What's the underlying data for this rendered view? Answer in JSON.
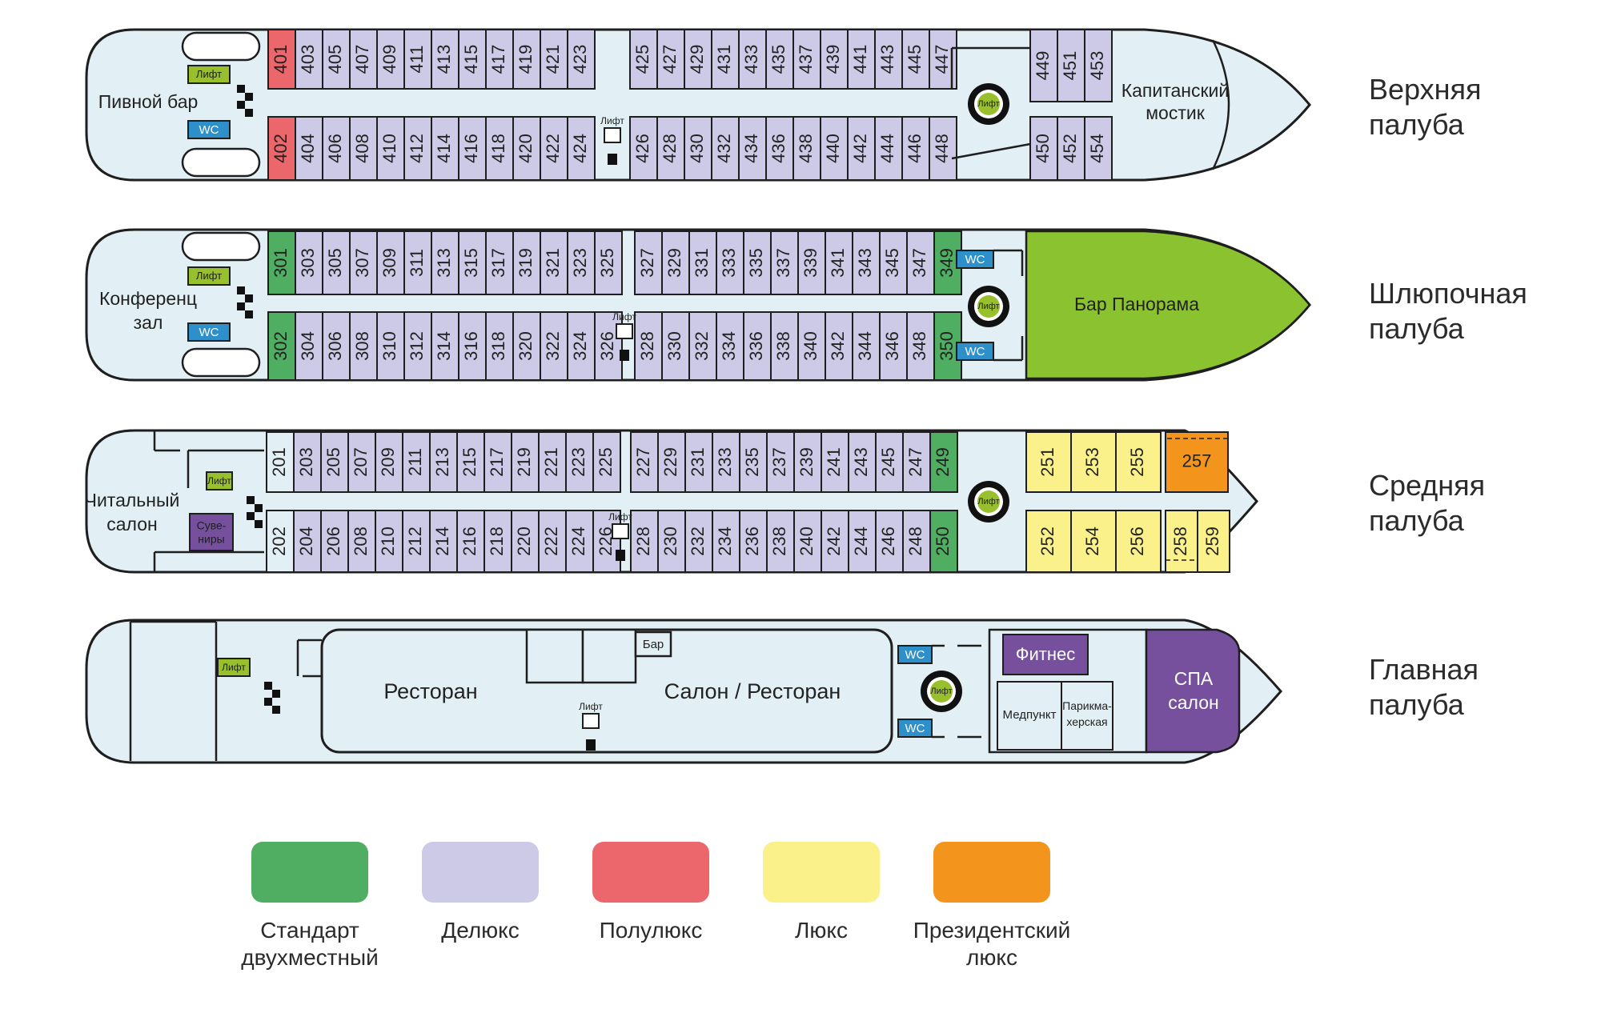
{
  "colors": {
    "hull": "#e2f0f5",
    "outline": "#1e1e1e",
    "deluxe": "#cccae6",
    "standard": "#4fae62",
    "semi_lux": "#ec676b",
    "lux": "#fbf18b",
    "president": "#f3951d",
    "panorama": "#8bc22f",
    "lift": "#98bf2c",
    "wc": "#2e90cb",
    "purple": "#76509d"
  },
  "labels": {
    "lift": "Лифт",
    "wc": "WC"
  },
  "decks": [
    {
      "id": "upper",
      "name": "Верхняя\nпалуба",
      "aft_room": "Пивной бар",
      "bridge": "Капитанский\nмостик",
      "cabins": [
        {
          "n": "401",
          "t": "semi_lux"
        },
        {
          "n": "403",
          "t": "deluxe"
        },
        {
          "n": "405",
          "t": "deluxe"
        },
        {
          "n": "407",
          "t": "deluxe"
        },
        {
          "n": "409",
          "t": "deluxe"
        },
        {
          "n": "411",
          "t": "deluxe"
        },
        {
          "n": "413",
          "t": "deluxe"
        },
        {
          "n": "415",
          "t": "deluxe"
        },
        {
          "n": "417",
          "t": "deluxe"
        },
        {
          "n": "419",
          "t": "deluxe"
        },
        {
          "n": "421",
          "t": "deluxe"
        },
        {
          "n": "423",
          "t": "deluxe"
        },
        {
          "n": "425",
          "t": "deluxe"
        },
        {
          "n": "427",
          "t": "deluxe"
        },
        {
          "n": "429",
          "t": "deluxe"
        },
        {
          "n": "431",
          "t": "deluxe"
        },
        {
          "n": "433",
          "t": "deluxe"
        },
        {
          "n": "435",
          "t": "deluxe"
        },
        {
          "n": "437",
          "t": "deluxe"
        },
        {
          "n": "439",
          "t": "deluxe"
        },
        {
          "n": "441",
          "t": "deluxe"
        },
        {
          "n": "443",
          "t": "deluxe"
        },
        {
          "n": "445",
          "t": "deluxe"
        },
        {
          "n": "447",
          "t": "deluxe"
        },
        {
          "n": "449",
          "t": "deluxe"
        },
        {
          "n": "451",
          "t": "deluxe"
        },
        {
          "n": "453",
          "t": "deluxe"
        },
        {
          "n": "402",
          "t": "semi_lux"
        },
        {
          "n": "404",
          "t": "deluxe"
        },
        {
          "n": "406",
          "t": "deluxe"
        },
        {
          "n": "408",
          "t": "deluxe"
        },
        {
          "n": "410",
          "t": "deluxe"
        },
        {
          "n": "412",
          "t": "deluxe"
        },
        {
          "n": "414",
          "t": "deluxe"
        },
        {
          "n": "416",
          "t": "deluxe"
        },
        {
          "n": "418",
          "t": "deluxe"
        },
        {
          "n": "420",
          "t": "deluxe"
        },
        {
          "n": "422",
          "t": "deluxe"
        },
        {
          "n": "424",
          "t": "deluxe"
        },
        {
          "n": "426",
          "t": "deluxe"
        },
        {
          "n": "428",
          "t": "deluxe"
        },
        {
          "n": "430",
          "t": "deluxe"
        },
        {
          "n": "432",
          "t": "deluxe"
        },
        {
          "n": "434",
          "t": "deluxe"
        },
        {
          "n": "436",
          "t": "deluxe"
        },
        {
          "n": "438",
          "t": "deluxe"
        },
        {
          "n": "440",
          "t": "deluxe"
        },
        {
          "n": "442",
          "t": "deluxe"
        },
        {
          "n": "444",
          "t": "deluxe"
        },
        {
          "n": "446",
          "t": "deluxe"
        },
        {
          "n": "448",
          "t": "deluxe"
        },
        {
          "n": "450",
          "t": "deluxe"
        },
        {
          "n": "452",
          "t": "deluxe"
        },
        {
          "n": "454",
          "t": "deluxe"
        }
      ]
    },
    {
      "id": "boat",
      "name": "Шлюпочная\nпалуба",
      "aft_room": "Конференц\nзал",
      "bow_room": "Бар Панорама",
      "cabins": [
        {
          "n": "301",
          "t": "standard"
        },
        {
          "n": "303",
          "t": "deluxe"
        },
        {
          "n": "305",
          "t": "deluxe"
        },
        {
          "n": "307",
          "t": "deluxe"
        },
        {
          "n": "309",
          "t": "deluxe"
        },
        {
          "n": "311",
          "t": "deluxe"
        },
        {
          "n": "313",
          "t": "deluxe"
        },
        {
          "n": "315",
          "t": "deluxe"
        },
        {
          "n": "317",
          "t": "deluxe"
        },
        {
          "n": "319",
          "t": "deluxe"
        },
        {
          "n": "321",
          "t": "deluxe"
        },
        {
          "n": "323",
          "t": "deluxe"
        },
        {
          "n": "325",
          "t": "deluxe"
        },
        {
          "n": "327",
          "t": "deluxe"
        },
        {
          "n": "329",
          "t": "deluxe"
        },
        {
          "n": "331",
          "t": "deluxe"
        },
        {
          "n": "333",
          "t": "deluxe"
        },
        {
          "n": "335",
          "t": "deluxe"
        },
        {
          "n": "337",
          "t": "deluxe"
        },
        {
          "n": "339",
          "t": "deluxe"
        },
        {
          "n": "341",
          "t": "deluxe"
        },
        {
          "n": "343",
          "t": "deluxe"
        },
        {
          "n": "345",
          "t": "deluxe"
        },
        {
          "n": "347",
          "t": "deluxe"
        },
        {
          "n": "349",
          "t": "standard"
        },
        {
          "n": "302",
          "t": "standard"
        },
        {
          "n": "304",
          "t": "deluxe"
        },
        {
          "n": "306",
          "t": "deluxe"
        },
        {
          "n": "308",
          "t": "deluxe"
        },
        {
          "n": "310",
          "t": "deluxe"
        },
        {
          "n": "312",
          "t": "deluxe"
        },
        {
          "n": "314",
          "t": "deluxe"
        },
        {
          "n": "316",
          "t": "deluxe"
        },
        {
          "n": "318",
          "t": "deluxe"
        },
        {
          "n": "320",
          "t": "deluxe"
        },
        {
          "n": "322",
          "t": "deluxe"
        },
        {
          "n": "324",
          "t": "deluxe"
        },
        {
          "n": "326",
          "t": "deluxe"
        },
        {
          "n": "328",
          "t": "deluxe"
        },
        {
          "n": "330",
          "t": "deluxe"
        },
        {
          "n": "332",
          "t": "deluxe"
        },
        {
          "n": "334",
          "t": "deluxe"
        },
        {
          "n": "336",
          "t": "deluxe"
        },
        {
          "n": "338",
          "t": "deluxe"
        },
        {
          "n": "340",
          "t": "deluxe"
        },
        {
          "n": "342",
          "t": "deluxe"
        },
        {
          "n": "344",
          "t": "deluxe"
        },
        {
          "n": "346",
          "t": "deluxe"
        },
        {
          "n": "348",
          "t": "deluxe"
        },
        {
          "n": "350",
          "t": "standard"
        }
      ]
    },
    {
      "id": "middle",
      "name": "Средняя\nпалуба",
      "aft_room": "Читальный\nсалон",
      "souvenirs": "Суве-\nниры",
      "cabins": [
        {
          "n": "201",
          "t": "none"
        },
        {
          "n": "203",
          "t": "deluxe"
        },
        {
          "n": "205",
          "t": "deluxe"
        },
        {
          "n": "207",
          "t": "deluxe"
        },
        {
          "n": "209",
          "t": "deluxe"
        },
        {
          "n": "211",
          "t": "deluxe"
        },
        {
          "n": "213",
          "t": "deluxe"
        },
        {
          "n": "215",
          "t": "deluxe"
        },
        {
          "n": "217",
          "t": "deluxe"
        },
        {
          "n": "219",
          "t": "deluxe"
        },
        {
          "n": "221",
          "t": "deluxe"
        },
        {
          "n": "223",
          "t": "deluxe"
        },
        {
          "n": "225",
          "t": "deluxe"
        },
        {
          "n": "227",
          "t": "deluxe"
        },
        {
          "n": "229",
          "t": "deluxe"
        },
        {
          "n": "231",
          "t": "deluxe"
        },
        {
          "n": "233",
          "t": "deluxe"
        },
        {
          "n": "235",
          "t": "deluxe"
        },
        {
          "n": "237",
          "t": "deluxe"
        },
        {
          "n": "239",
          "t": "deluxe"
        },
        {
          "n": "241",
          "t": "deluxe"
        },
        {
          "n": "243",
          "t": "deluxe"
        },
        {
          "n": "245",
          "t": "deluxe"
        },
        {
          "n": "247",
          "t": "deluxe"
        },
        {
          "n": "249",
          "t": "standard"
        },
        {
          "n": "251",
          "t": "lux"
        },
        {
          "n": "253",
          "t": "lux"
        },
        {
          "n": "255",
          "t": "lux"
        },
        {
          "n": "257",
          "t": "president"
        },
        {
          "n": "202",
          "t": "none"
        },
        {
          "n": "204",
          "t": "deluxe"
        },
        {
          "n": "206",
          "t": "deluxe"
        },
        {
          "n": "208",
          "t": "deluxe"
        },
        {
          "n": "210",
          "t": "deluxe"
        },
        {
          "n": "212",
          "t": "deluxe"
        },
        {
          "n": "214",
          "t": "deluxe"
        },
        {
          "n": "216",
          "t": "deluxe"
        },
        {
          "n": "218",
          "t": "deluxe"
        },
        {
          "n": "220",
          "t": "deluxe"
        },
        {
          "n": "222",
          "t": "deluxe"
        },
        {
          "n": "224",
          "t": "deluxe"
        },
        {
          "n": "226",
          "t": "deluxe"
        },
        {
          "n": "228",
          "t": "deluxe"
        },
        {
          "n": "230",
          "t": "deluxe"
        },
        {
          "n": "232",
          "t": "deluxe"
        },
        {
          "n": "234",
          "t": "deluxe"
        },
        {
          "n": "236",
          "t": "deluxe"
        },
        {
          "n": "238",
          "t": "deluxe"
        },
        {
          "n": "240",
          "t": "deluxe"
        },
        {
          "n": "242",
          "t": "deluxe"
        },
        {
          "n": "244",
          "t": "deluxe"
        },
        {
          "n": "246",
          "t": "deluxe"
        },
        {
          "n": "248",
          "t": "deluxe"
        },
        {
          "n": "250",
          "t": "standard"
        },
        {
          "n": "252",
          "t": "lux"
        },
        {
          "n": "254",
          "t": "lux"
        },
        {
          "n": "256",
          "t": "lux"
        },
        {
          "n": "258",
          "t": "lux"
        },
        {
          "n": "259",
          "t": "lux"
        }
      ]
    },
    {
      "id": "main",
      "name": "Главная\nпалуба",
      "restaurant": "Ресторан",
      "salon_restaurant": "Салон / Ресторан",
      "bar": "Бар",
      "fitness": "Фитнес",
      "medical": "Медпункт",
      "hairdresser": "Парикма-\nхерская",
      "spa": "СПА\nсалон"
    }
  ],
  "legend": [
    {
      "label": "Стандарт\nдвухместный",
      "color": "#4fae62"
    },
    {
      "label": "Делюкс",
      "color": "#cccae6"
    },
    {
      "label": "Полулюкс",
      "color": "#ec676b"
    },
    {
      "label": "Люкс",
      "color": "#fbf18b"
    },
    {
      "label": "Президентский\nлюкс",
      "color": "#f3951d"
    }
  ]
}
